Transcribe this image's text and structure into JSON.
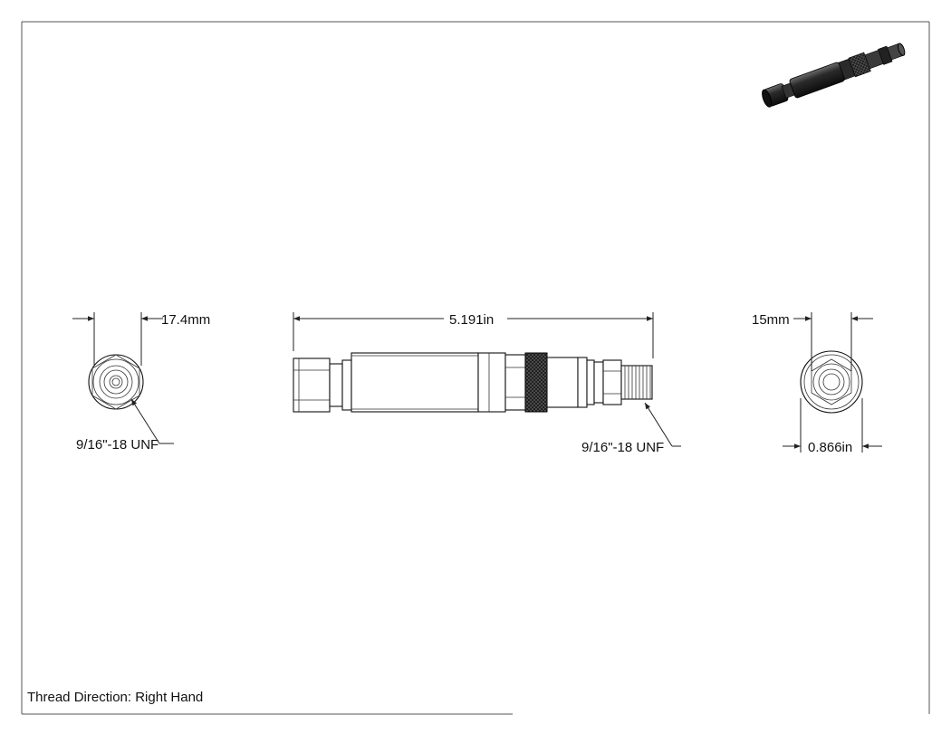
{
  "dimensions": {
    "left_width": "17.4mm",
    "left_thread": "9/16\"-18 UNF",
    "overall_length": "5.191in",
    "right_thread": "9/16\"-18 UNF",
    "right_hex": "15mm",
    "right_diameter": "0.866in"
  },
  "notes": {
    "thread_direction": "Thread Direction: Right Hand"
  }
}
